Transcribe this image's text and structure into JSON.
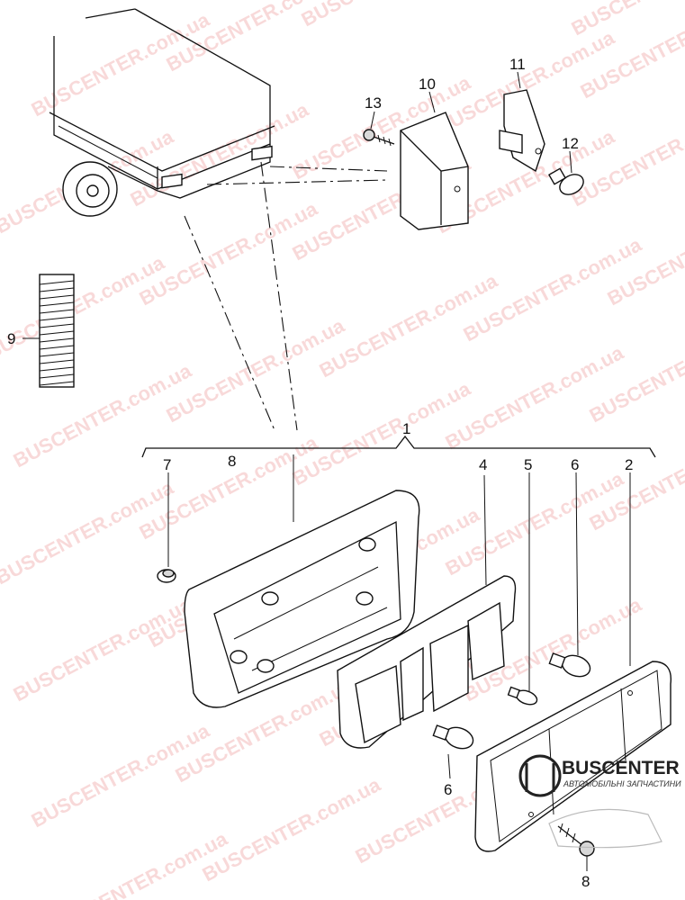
{
  "watermark": {
    "text": "BUSCENTER.com.ua",
    "color": "#e87878"
  },
  "brand": {
    "name": "BUSCENTER",
    "subtitle": "АВТОМОБІЛЬНІ ЗАПЧАСТИНИ",
    "logo_icon": "bus-logo-icon"
  },
  "callouts": {
    "c1": "1",
    "c2": "2",
    "c4": "4",
    "c5": "5",
    "c6a": "6",
    "c6b": "6",
    "c7": "7",
    "c8a": "8",
    "c8b": "8",
    "c9": "9",
    "c10": "10",
    "c11": "11",
    "c12": "12",
    "c13": "13"
  }
}
